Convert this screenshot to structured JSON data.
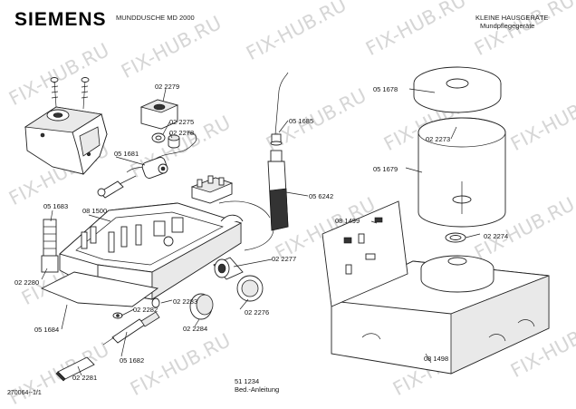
{
  "header": {
    "brand": "SIEMENS",
    "model": "MUNDDUSCHE MD 2000",
    "category": "KLEINE HAUSGERÄTE",
    "subcategory": "Mundpflegegeräte"
  },
  "watermark": "FIX-HUB.RU",
  "footer": {
    "doc_id": "270064--1/1",
    "manual_number": "51 1234",
    "manual_label": "Bed.-Anleitung"
  },
  "labels": [
    "02 2279",
    "05 1685",
    "05 1678",
    "02 2275",
    "02 2278",
    "02 2273",
    "05 1681",
    "05 1679",
    "05 6242",
    "05 1683",
    "08 1500",
    "08 1499",
    "02 2274",
    "02 2277",
    "02 2280",
    "02 2283",
    "02 2282",
    "02 2276",
    "05 1684",
    "02 2284",
    "05 1682",
    "02 2281",
    "08 1498"
  ]
}
